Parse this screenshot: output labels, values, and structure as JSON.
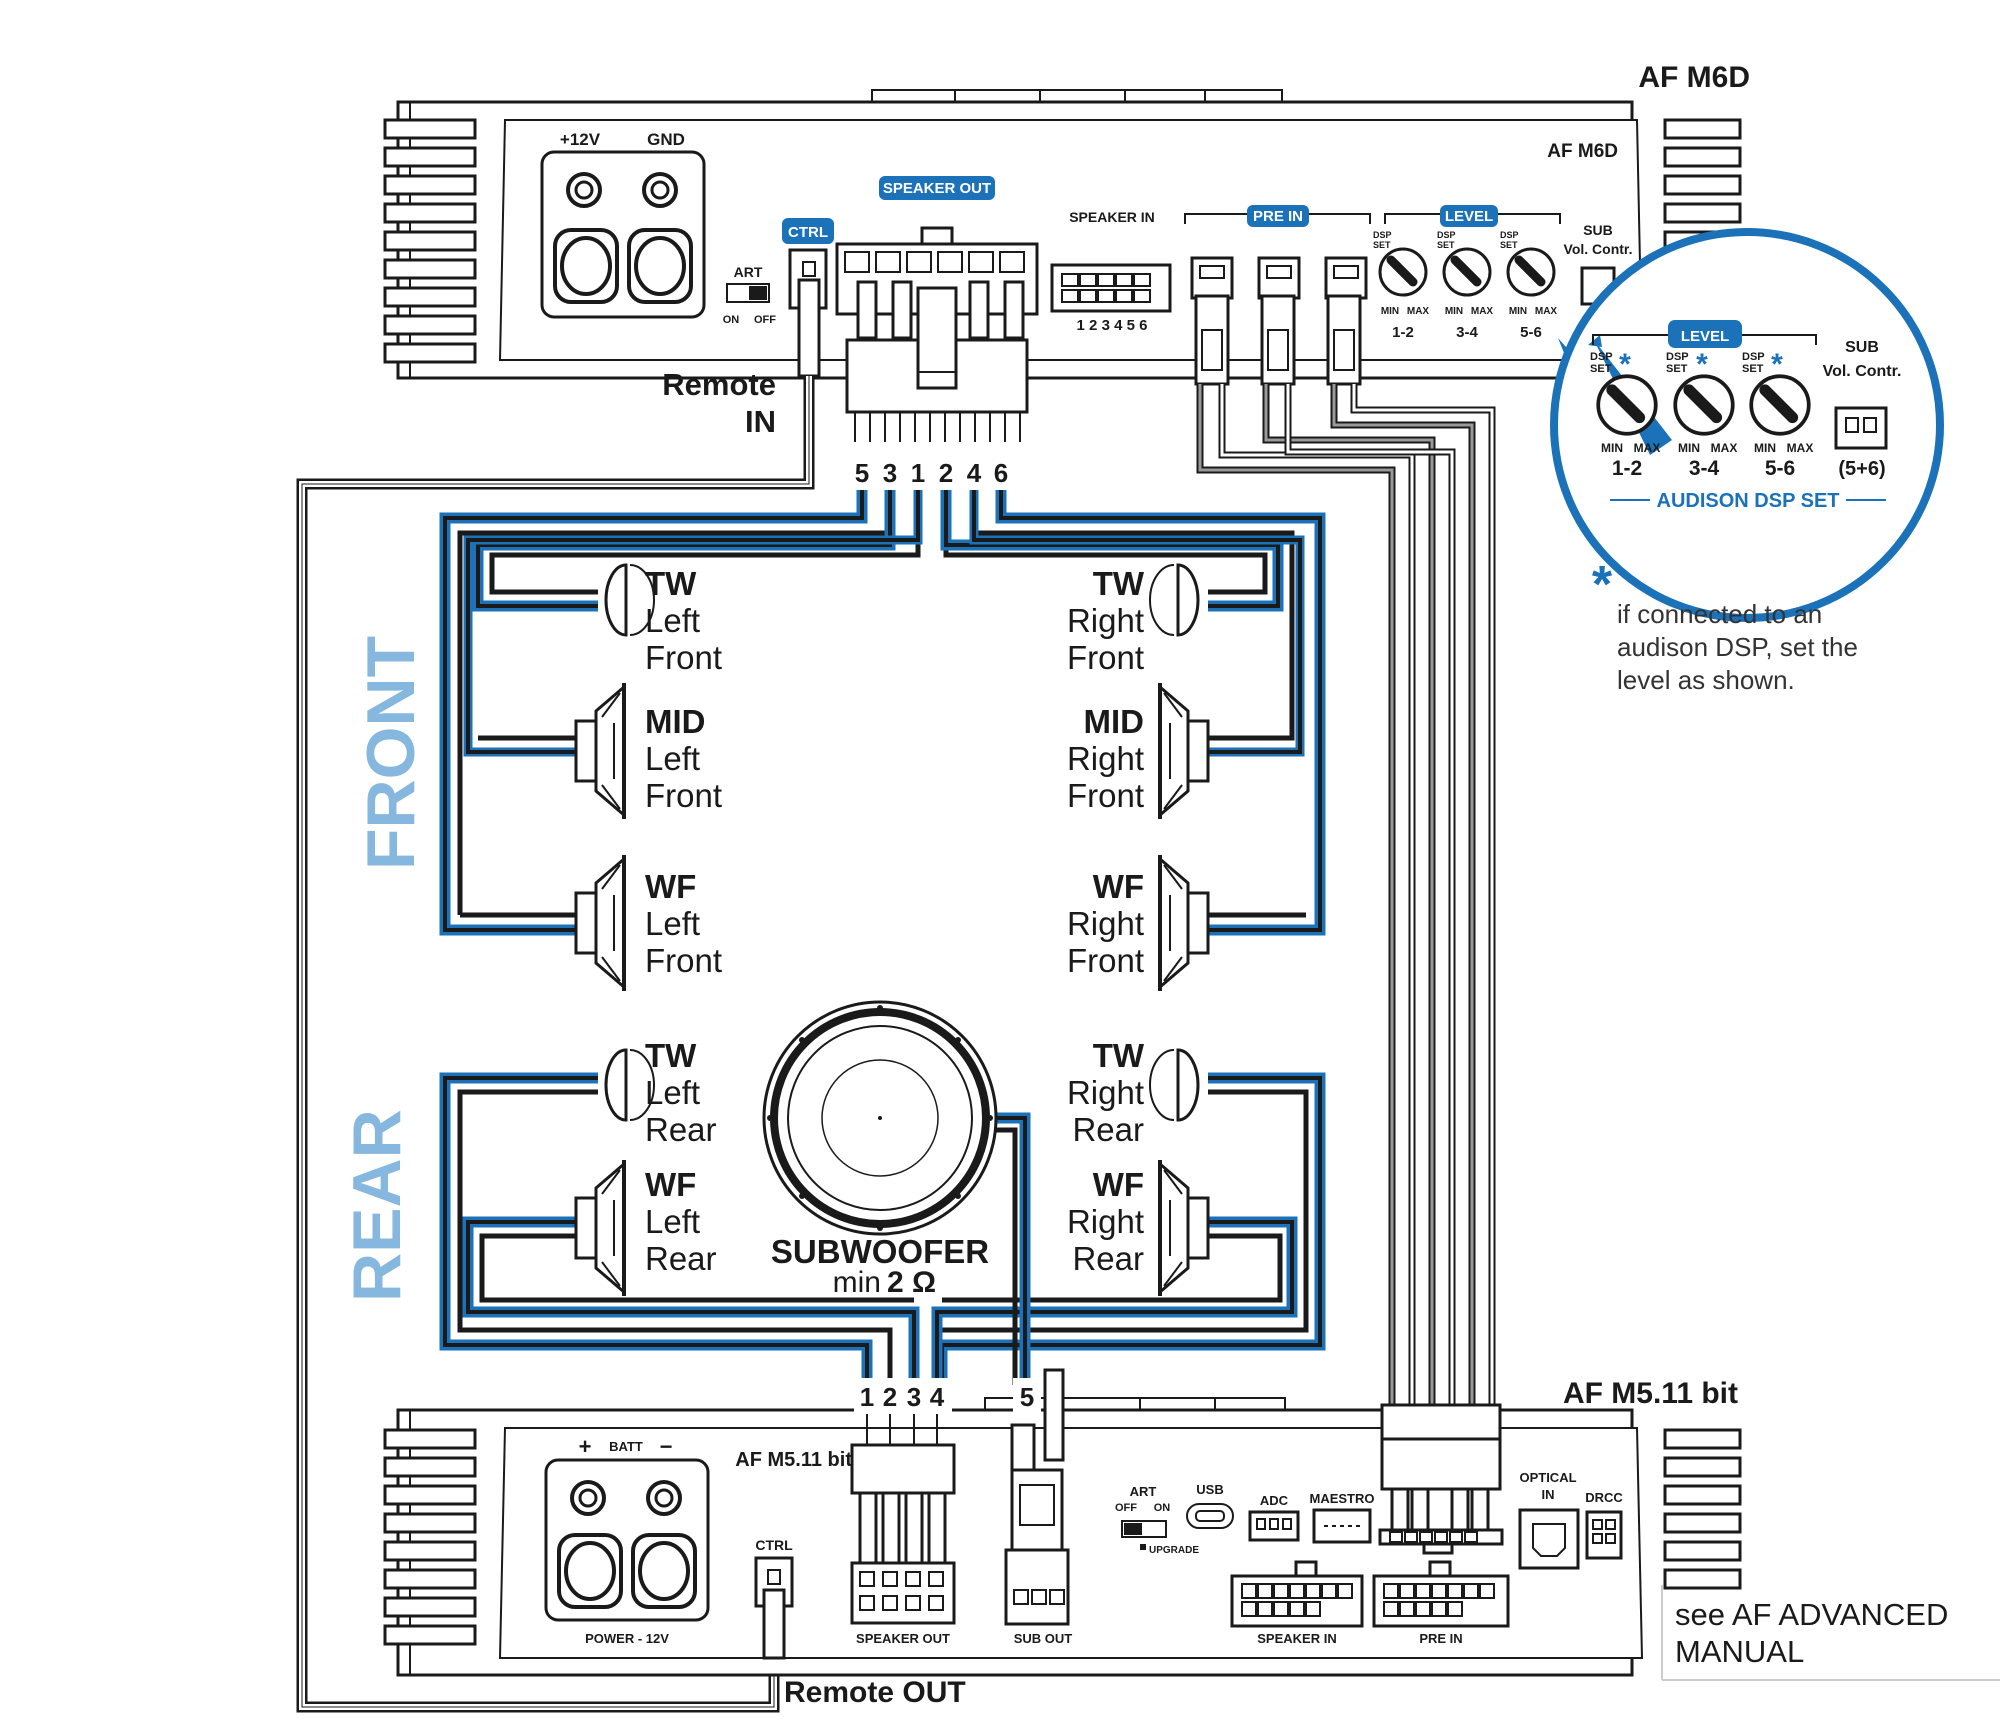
{
  "amp_top": {
    "title": "AF M6D",
    "panel_title": "AF M6D",
    "power_plus": "+12V",
    "power_gnd": "GND",
    "art": "ART",
    "art_on": "ON",
    "art_off": "OFF",
    "ctrl": "CTRL",
    "speaker_out": "SPEAKER OUT",
    "speaker_in": "SPEAKER IN",
    "speaker_in_pins": "1 2 3 4 5 6",
    "pre_in": "PRE IN",
    "level": "LEVEL",
    "dsp_set": [
      "DSP",
      "SET"
    ],
    "min": "MIN",
    "max": "MAX",
    "knobs": [
      "1-2",
      "3-4",
      "5-6"
    ],
    "sub": "SUB",
    "vol_contr": "Vol. Contr.",
    "remote_in": [
      "Remote",
      "IN"
    ],
    "pins": [
      "5",
      "3",
      "1",
      "2",
      "4",
      "6"
    ]
  },
  "callout": {
    "level": "LEVEL",
    "dsp_set": [
      "DSP",
      "SET"
    ],
    "min": "MIN",
    "max": "MAX",
    "knobs": [
      "1-2",
      "3-4",
      "5-6"
    ],
    "sub": "SUB",
    "vol_contr": "Vol. Contr.",
    "sub_label": "(5+6)",
    "footer": "AUDISON DSP SET",
    "asterisk": "*",
    "note": [
      "if connected to an",
      "audison DSP, set the",
      "level as shown."
    ]
  },
  "sections": {
    "front": "FRONT",
    "rear": "REAR"
  },
  "speakers": {
    "tw_lf": [
      "TW",
      "Left",
      "Front"
    ],
    "mid_lf": [
      "MID",
      "Left",
      "Front"
    ],
    "wf_lf": [
      "WF",
      "Left",
      "Front"
    ],
    "tw_rf": [
      "TW",
      "Right",
      "Front"
    ],
    "mid_rf": [
      "MID",
      "Right",
      "Front"
    ],
    "wf_rf": [
      "WF",
      "Right",
      "Front"
    ],
    "tw_lr": [
      "TW",
      "Left",
      "Rear"
    ],
    "wf_lr": [
      "WF",
      "Left",
      "Rear"
    ],
    "tw_rr": [
      "TW",
      "Right",
      "Rear"
    ],
    "wf_rr": [
      "WF",
      "Right",
      "Rear"
    ],
    "sub_title": "SUBWOOFER",
    "sub_min": "min",
    "sub_ohm": "2 Ω"
  },
  "amp_bottom": {
    "title": "AF M5.11 bit",
    "panel_title": "AF M5.11 bit",
    "batt": "BATT",
    "plus": "+",
    "minus": "−",
    "power": "POWER - 12V",
    "ctrl": "CTRL",
    "speaker_out": "SPEAKER OUT",
    "sub_out": "SUB OUT",
    "art": "ART",
    "art_off": "OFF",
    "art_on": "ON",
    "usb": "USB",
    "upgrade": "UPGRADE",
    "adc": "ADC",
    "maestro": "MAESTRO",
    "optical": [
      "OPTICAL",
      "IN"
    ],
    "drcc": "DRCC",
    "speaker_in": "SPEAKER IN",
    "pre_in": "PRE IN",
    "remote_out": "Remote OUT",
    "pins": [
      "1",
      "2",
      "3",
      "4"
    ],
    "sub_pin": "5"
  },
  "footnote": [
    "see AF ADVANCED",
    "MANUAL"
  ],
  "colors": {
    "accent": "#1b72b9",
    "light_blue": "#86b7de",
    "ink": "#1a1a1a",
    "wire_grey": "#9a9a9a"
  }
}
